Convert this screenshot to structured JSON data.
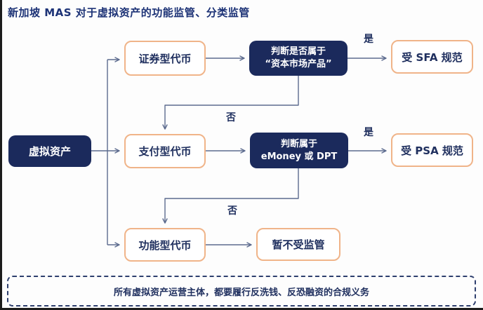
{
  "title": "新加坡 MAS 对于虚拟资产的功能监管、分类监管",
  "colors": {
    "navy_fill": "#1b2a5c",
    "navy_text": "#20305f",
    "orange_border": "#f0b489",
    "arrow": "#5c6b8e",
    "title_text": "#1c3276",
    "dashed_border": "#2e3f6e"
  },
  "nodes": {
    "root": "虚拟资产",
    "security_token": "证券型代币",
    "payment_token": "支付型代币",
    "utility_token": "功能型代币",
    "decision_capital_market": {
      "line1": "判断是否属于",
      "line2": "“资本市场产品”"
    },
    "decision_emoney_dpt": {
      "line1": "判断属于",
      "line2": "eMoney 或 DPT"
    },
    "sfa_result": "受 SFA 规范",
    "psa_result": "受 PSA 规范",
    "unregulated_result": "暂不受监管"
  },
  "edge_labels": {
    "yes_sfa": "是",
    "no_capital_market": "否",
    "yes_psa": "是",
    "no_emoney_dpt": "否"
  },
  "footer": "所有虚拟资产运营主体，都要履行反洗钱、反恐融资的合规义务"
}
